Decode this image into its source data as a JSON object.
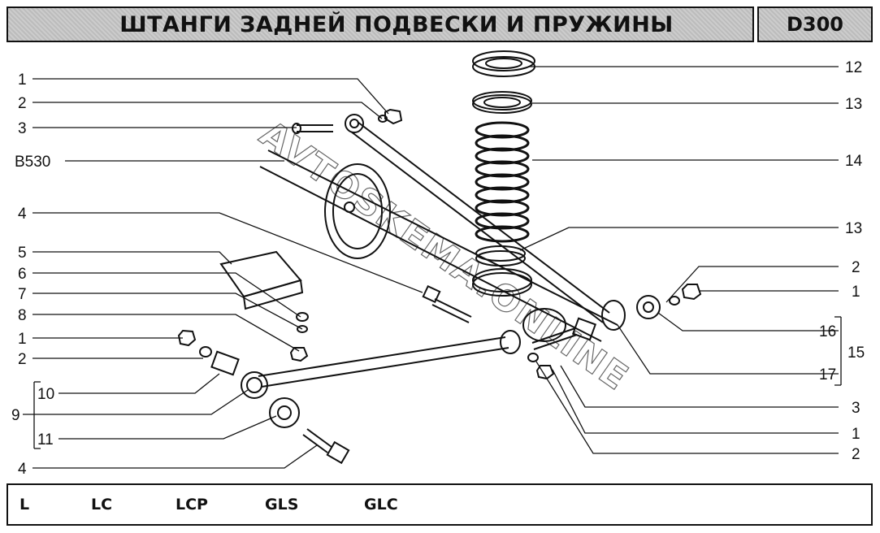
{
  "header": {
    "title": "ШТАНГИ ЗАДНЕЙ ПОДВЕСКИ И ПРУЖИНЫ",
    "code": "D300"
  },
  "watermark": "AVTOSKEMA.ONLINE",
  "callouts": {
    "left": [
      "1",
      "2",
      "3",
      "B530",
      "4",
      "5",
      "6",
      "7",
      "8",
      "1",
      "2",
      "10",
      "9",
      "11",
      "4"
    ],
    "right": [
      "12",
      "13",
      "14",
      "13",
      "2",
      "1",
      "16",
      "15",
      "17",
      "3",
      "1",
      "2"
    ]
  },
  "footer": {
    "models": [
      "L",
      "LC",
      "LCP",
      "GLS",
      "GLC"
    ]
  }
}
